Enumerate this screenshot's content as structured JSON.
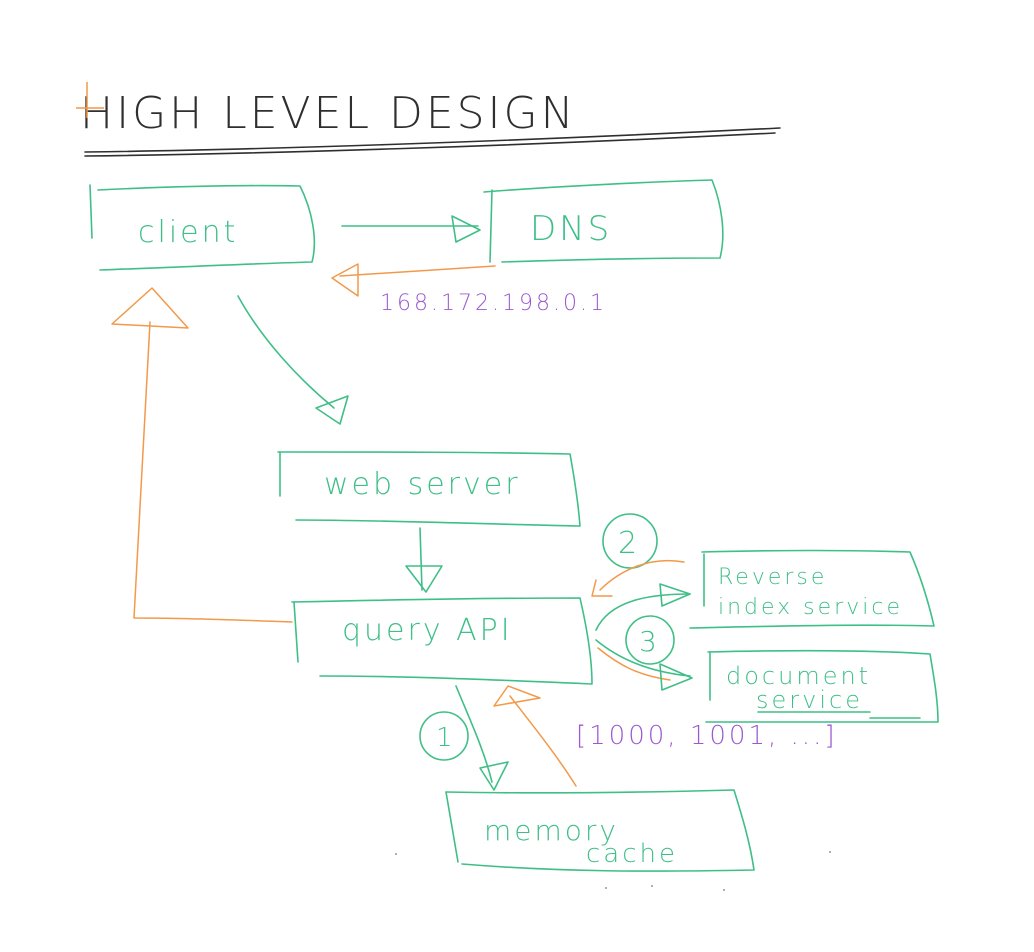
{
  "title": "HIGH LEVEL DESIGN",
  "colors": {
    "component": "#3fbf87",
    "response": "#f2994a",
    "annotation": "#9b59d0",
    "title": "#2f2f2f"
  },
  "components": {
    "client": "client",
    "dns": "DNS",
    "web_server": "web server",
    "query_api": "query API",
    "reverse_index": [
      "Reverse",
      "index service"
    ],
    "document_service": [
      "document",
      "service"
    ],
    "memory_cache": [
      "memory",
      "cache"
    ]
  },
  "annotations": {
    "ip_address": "168.172.198.0.1",
    "doc_ids": "[1000, 1001, ...]"
  },
  "steps": [
    "1",
    "2",
    "3"
  ]
}
